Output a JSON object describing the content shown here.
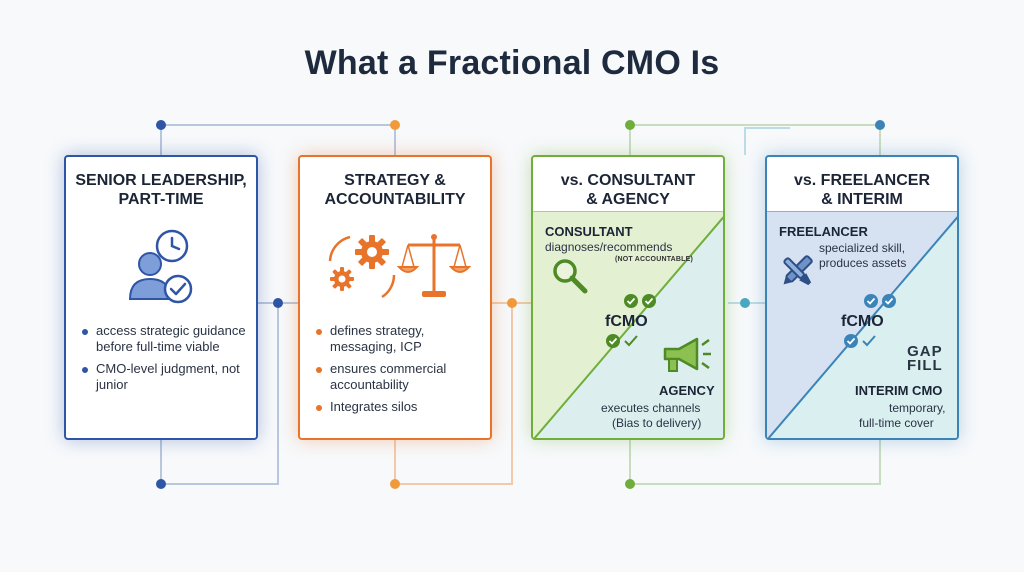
{
  "title": "What a Fractional CMO Is",
  "colors": {
    "blue": "#2f55a6",
    "orange": "#e8742c",
    "green": "#6fae3a",
    "teal": "#3c84b8"
  },
  "cards": [
    {
      "title_line1": "SENIOR LEADERSHIP,",
      "title_line2": "PART-TIME",
      "icon": "person-clock-check-icon",
      "bullets": [
        "access strategic guidance before full-time viable",
        "CMO-level judgment, not junior"
      ]
    },
    {
      "title_line1": "STRATEGY &",
      "title_line2": "ACCOUNTABILITY",
      "icon": "gears-scale-icon",
      "bullets": [
        "defines strategy, messaging, ICP",
        "ensures commercial accountability",
        "Integrates silos"
      ]
    },
    {
      "title_line1": "vs. CONSULTANT",
      "title_line2": "& AGENCY",
      "consultant_label": "CONSULTANT",
      "consultant_text": "diagnoses/recommends",
      "consultant_note": "(NOT ACCOUNTABLE)",
      "center_label": "fCMO",
      "agency_label": "AGENCY",
      "agency_text_1": "executes channels",
      "agency_text_2": "(Bias to delivery)"
    },
    {
      "title_line1": "vs. FREELANCER",
      "title_line2": "& INTERIM",
      "freelancer_label": "FREELANCER",
      "freelancer_text_1": "specialized skill,",
      "freelancer_text_2": "produces assets",
      "center_label": "fCMO",
      "gap_line1": "GAP",
      "gap_line2": "FILL",
      "interim_label": "INTERIM CMO",
      "interim_text_1": "temporary,",
      "interim_text_2": "full-time cover"
    }
  ]
}
